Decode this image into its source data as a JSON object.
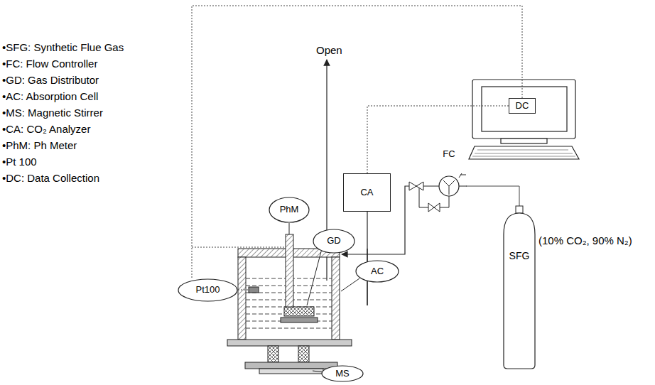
{
  "diagram": {
    "nodes": [
      {
        "text": [
          "DC"
        ]
      },
      {
        "text": [
          "CA"
        ]
      },
      {
        "text": [
          "PhM"
        ]
      },
      {
        "text": [
          "FC"
        ]
      },
      {
        "text": [
          "GD"
        ]
      },
      {
        "text": [
          "AC"
        ]
      },
      {
        "text": [
          "SFG"
        ]
      },
      {
        "text": [
          "Pt100"
        ]
      },
      {
        "text": [
          "MS"
        ]
      }
    ],
    "edges": [
      {
        "from": 0,
        "to": 1,
        "arrow": "none"
      },
      {
        "from": 0,
        "to": 7,
        "arrow": "none"
      },
      {
        "from": 6,
        "to": 3,
        "arrow": "none"
      }
    ],
    "labels": [
      "•SFG: Synthetic Flue Gas",
      "•FC: Flow Controller",
      "•GD: Gas Distributor",
      "•AC: Absorption Cell",
      "•MS: Magnetic Stirrer",
      "•CA: CO₂ Analyzer",
      "•PhM: Ph Meter",
      "•Pt 100",
      "•DC: Data Collection",
      "Open",
      "(10% CO₂, 90% N₂)"
    ]
  }
}
